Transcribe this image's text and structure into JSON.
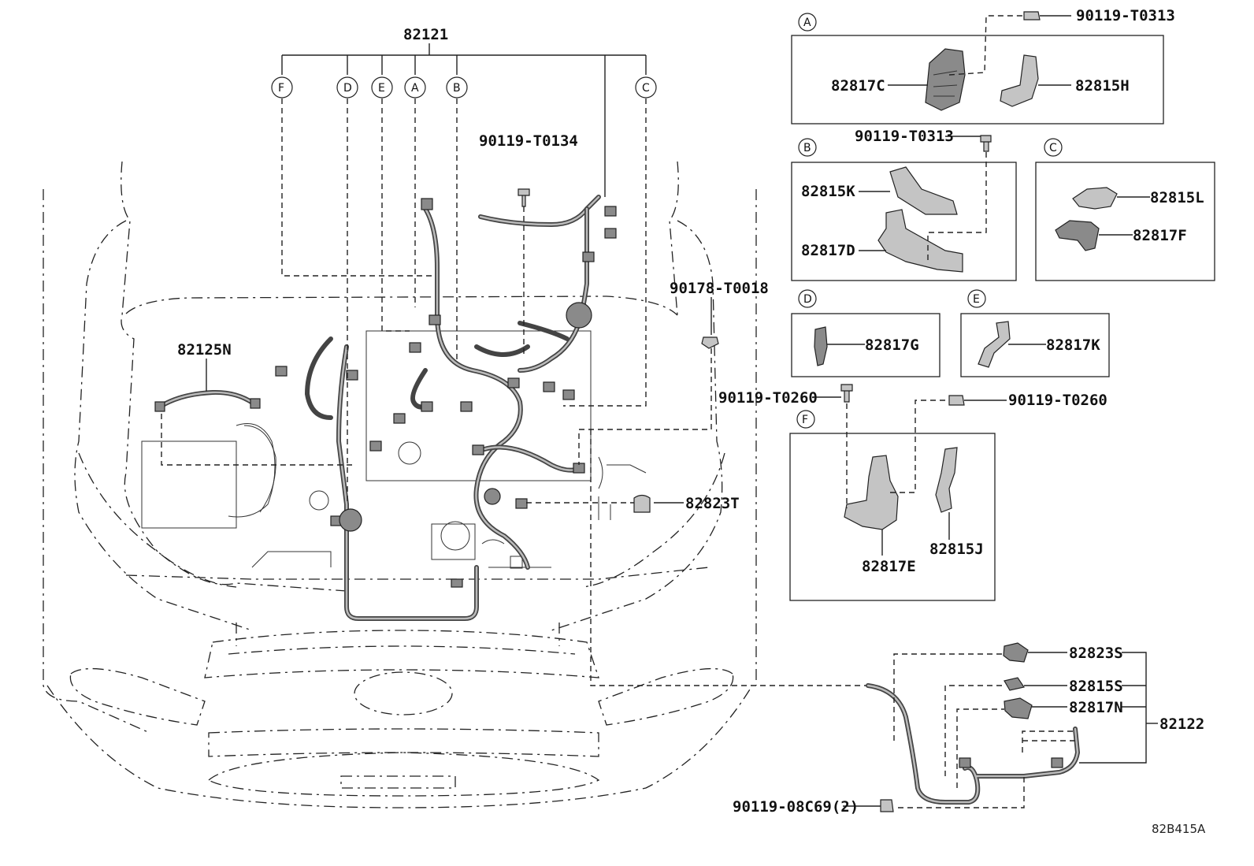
{
  "diagram": {
    "main_harness": "82121",
    "callout_letters": [
      "F",
      "D",
      "E",
      "A",
      "B",
      "C"
    ],
    "labels": {
      "l_90119_T0134": "90119-T0134",
      "l_90178_T0018": "90178-T0018",
      "l_82125N": "82125N",
      "l_82823T": "82823T",
      "l_90119_T0313_a": "90119-T0313",
      "l_82817C": "82817C",
      "l_82815H": "82815H",
      "l_90119_T0313_b": "90119-T0313",
      "l_82815K": "82815K",
      "l_82817D": "82817D",
      "l_82815L": "82815L",
      "l_82817F": "82817F",
      "l_82817G": "82817G",
      "l_82817K": "82817K",
      "l_90119_T0260_a": "90119-T0260",
      "l_90119_T0260_b": "90119-T0260",
      "l_82817E": "82817E",
      "l_82815J": "82815J",
      "l_82823S": "82823S",
      "l_82815S": "82815S",
      "l_82817N": "82817N",
      "l_82122": "82122",
      "l_90119_08C69": "90119-08C69(2)"
    },
    "detail_boxes": {
      "A": "A",
      "B": "B",
      "C": "C",
      "D": "D",
      "E": "E",
      "F": "F"
    },
    "figure_code": "82B415A"
  }
}
